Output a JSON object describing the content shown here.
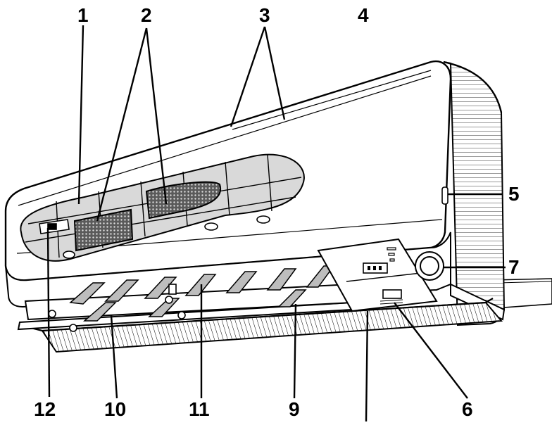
{
  "diagram": {
    "callouts": [
      "1",
      "2",
      "3",
      "4",
      "5",
      "6",
      "7",
      "9",
      "10",
      "11",
      "12"
    ]
  },
  "colors": {
    "ink": "#000000",
    "unit_body": "#ffffff",
    "cutaway_fill": "#d6d6d6",
    "filter_mesh": "#4a4a4a",
    "vent_slot": "#9a9a9a"
  }
}
